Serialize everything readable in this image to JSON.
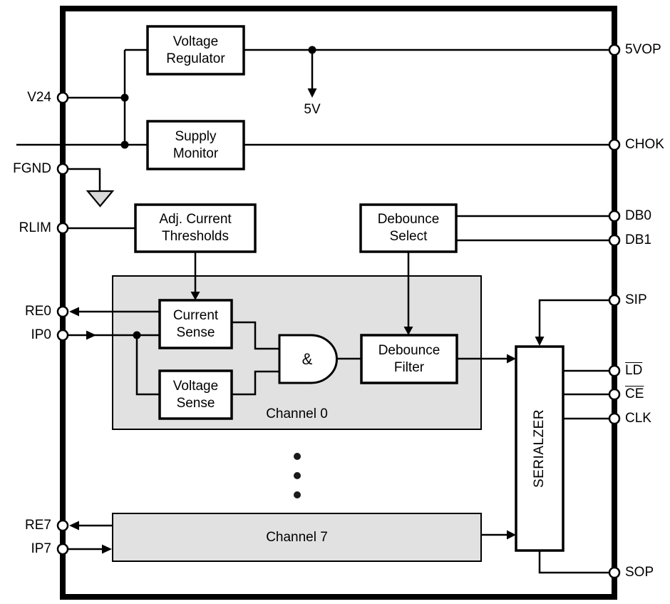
{
  "figure": {
    "type": "block-diagram",
    "description": "IC functional block diagram with 8 input channels and serializer"
  },
  "colors": {
    "line": "#000000",
    "text": "#000000",
    "block_fill": "#ffffff",
    "channel_fill": "#e1e1e1",
    "ground_fill": "#d9d9d9",
    "background": "#ffffff"
  },
  "blocks": {
    "voltage_regulator": "Voltage\nRegulator",
    "supply_monitor": "Supply\nMonitor",
    "adj_current_thresholds": "Adj. Current\nThresholds",
    "debounce_select": "Debounce\nSelect",
    "current_sense": "Current\nSense",
    "voltage_sense": "Voltage\nSense",
    "and_gate": "&",
    "debounce_filter": "Debounce\nFilter",
    "serializer": "SERIALZER",
    "channel_0": "Channel 0",
    "channel_7": "Channel 7"
  },
  "annotations": {
    "regulated_rail": "5V"
  },
  "pins": {
    "left": [
      {
        "name": "V24"
      },
      {
        "name": "FGND"
      },
      {
        "name": "RLIM"
      },
      {
        "name": "RE0"
      },
      {
        "name": "IP0"
      },
      {
        "name": "RE7"
      },
      {
        "name": "IP7"
      }
    ],
    "right": [
      {
        "name": "5VOP"
      },
      {
        "name": "CHOK"
      },
      {
        "name": "DB0"
      },
      {
        "name": "DB1"
      },
      {
        "name": "SIP"
      },
      {
        "name": "LD",
        "overline": true
      },
      {
        "name": "CE",
        "overline": true
      },
      {
        "name": "CLK"
      },
      {
        "name": "SOP"
      }
    ]
  }
}
